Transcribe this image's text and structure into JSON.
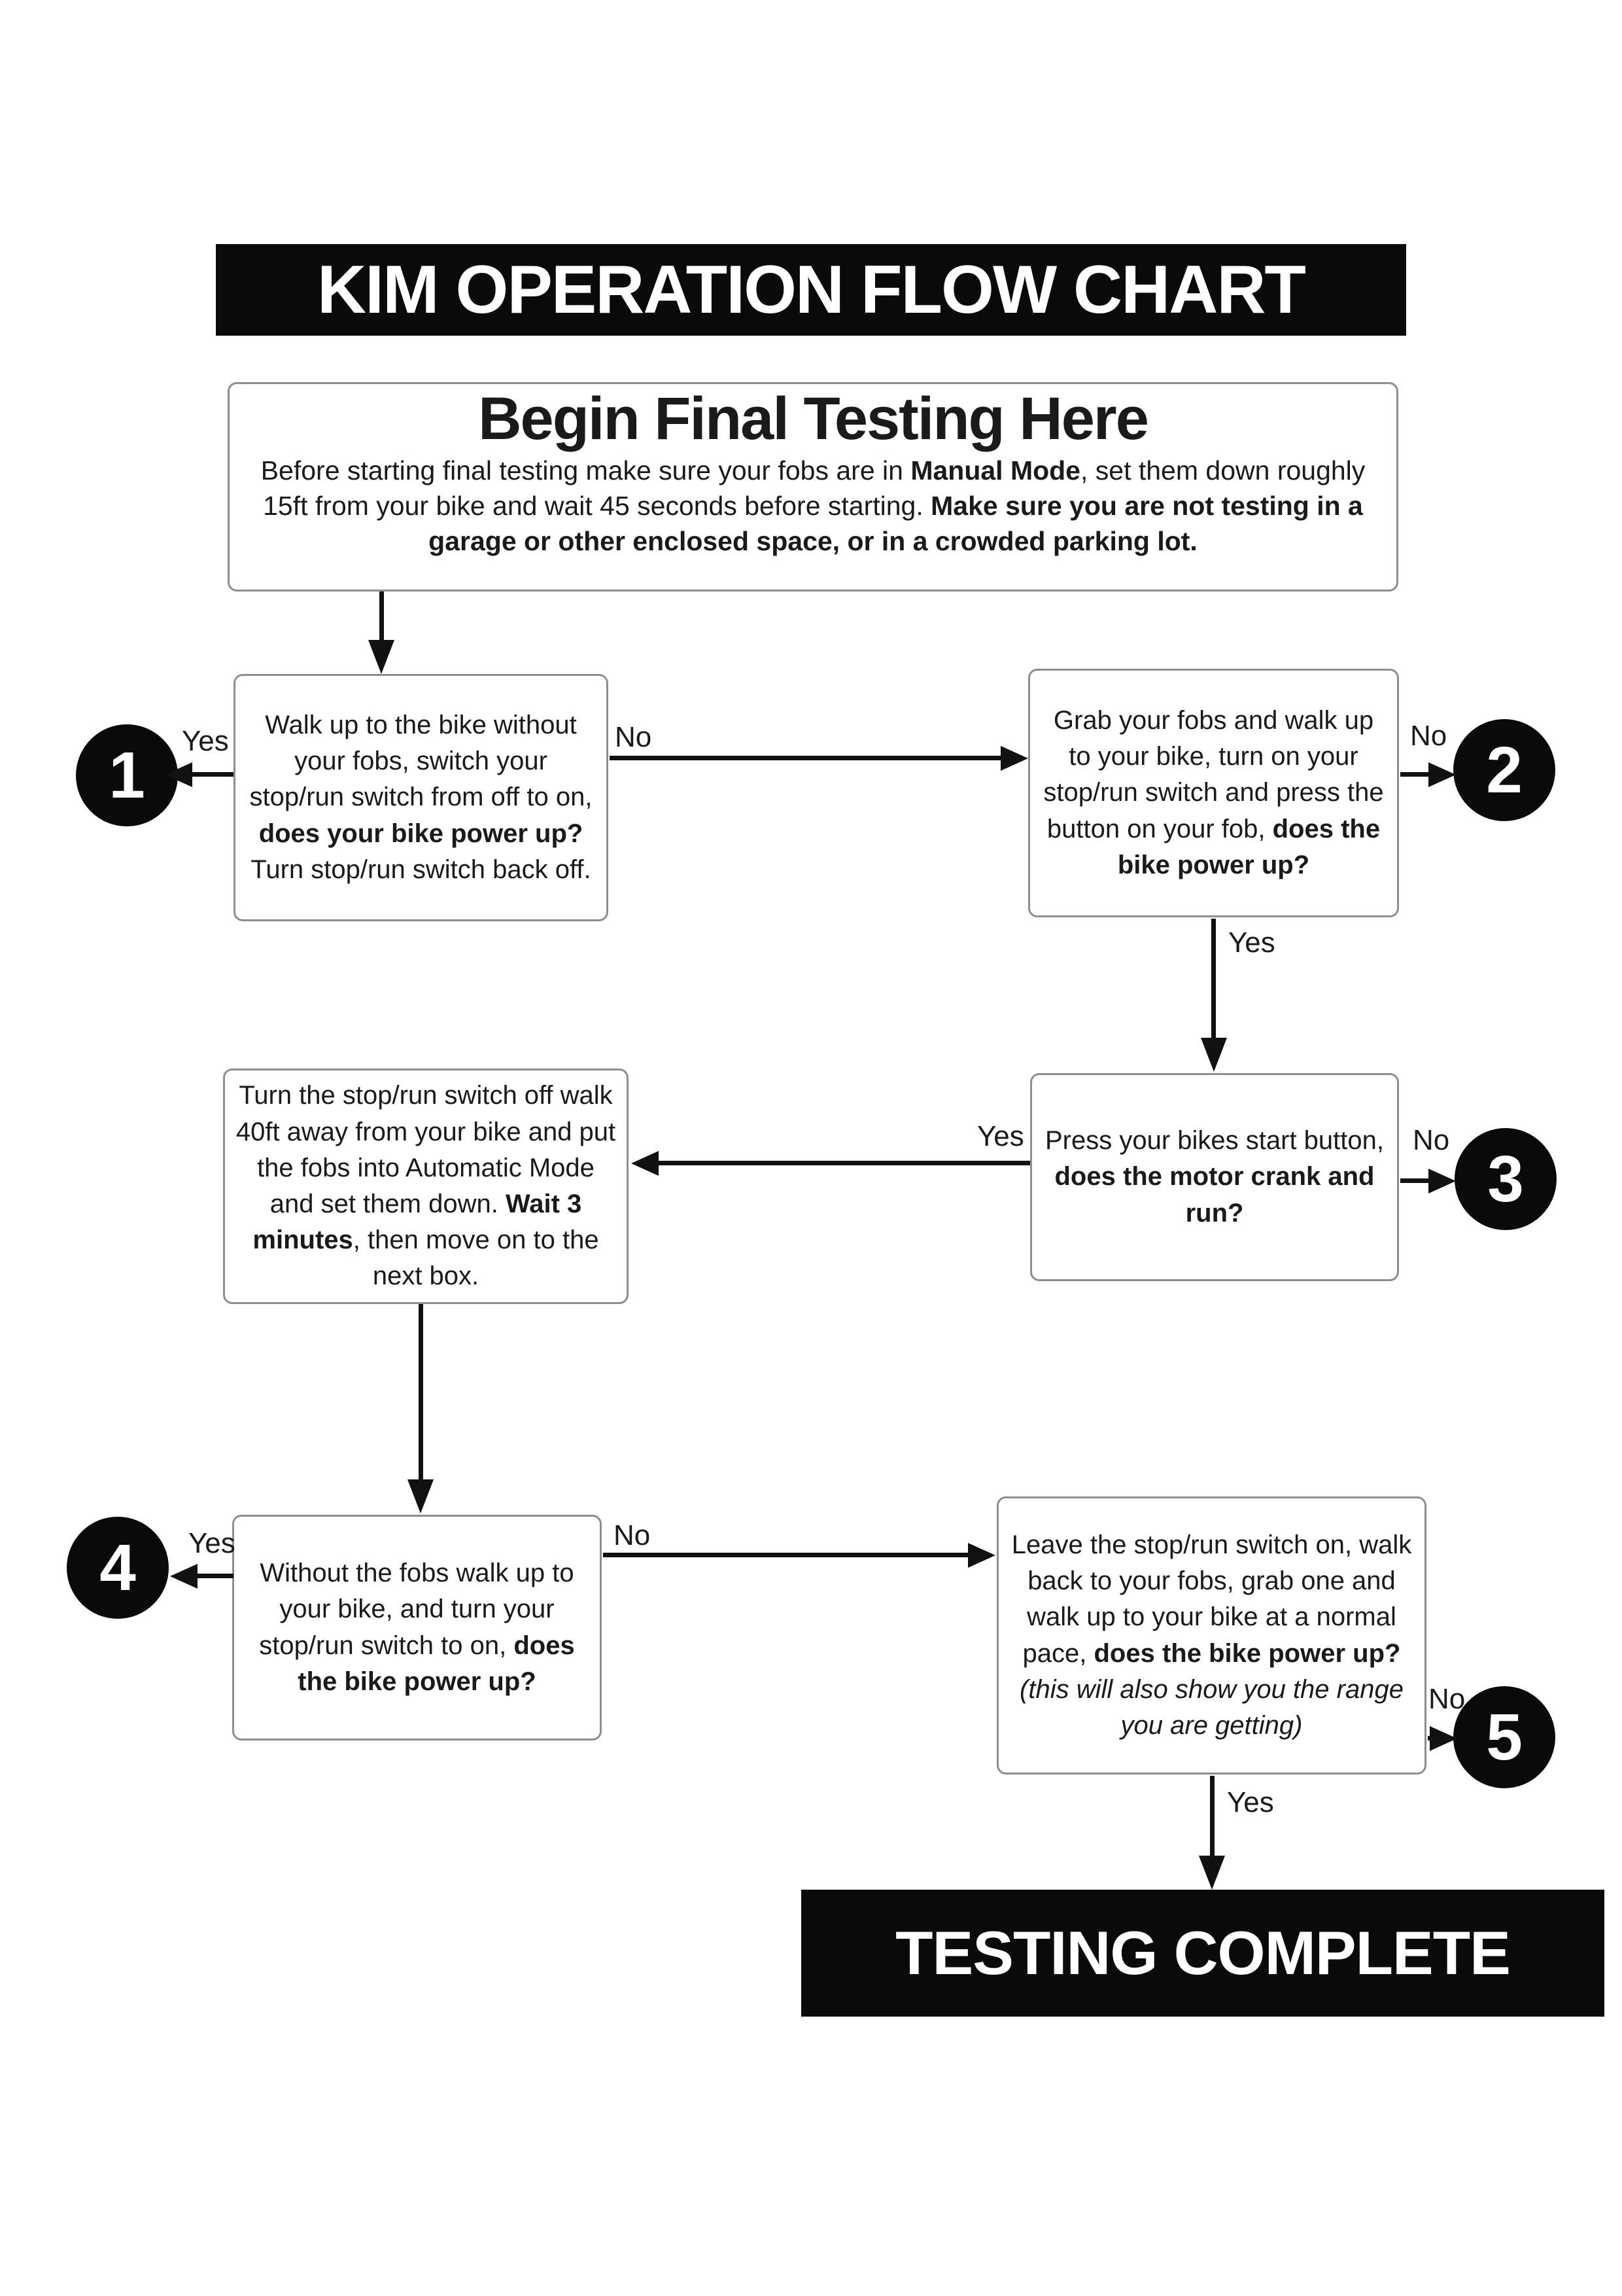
{
  "title_banner": {
    "text": "KIM OPERATION FLOW CHART"
  },
  "complete_banner": {
    "text": "TESTING COMPLETE"
  },
  "colors": {
    "ink": "#0a0a0a",
    "box_border": "#8e8e8e",
    "background": "#ffffff",
    "text": "#1a1a1a"
  },
  "start_box": {
    "heading": "Begin Final Testing Here",
    "body": [
      {
        "text": "Before starting final testing make sure your fobs are in "
      },
      {
        "text": "Manual Mode",
        "bold": true
      },
      {
        "text": ", set them down roughly 15ft from your bike and wait 45 seconds before starting. "
      },
      {
        "text": "Make sure you are not testing in a garage or other enclosed space, or in a crowded parking lot.",
        "bold": true
      }
    ]
  },
  "boxes": {
    "q1": {
      "segments": [
        {
          "text": "Walk up to the bike without your fobs, switch your stop/run switch from off to on, "
        },
        {
          "text": "does your bike power up?",
          "bold": true
        },
        {
          "text": " Turn stop/run switch back off."
        }
      ]
    },
    "q2": {
      "segments": [
        {
          "text": "Grab your fobs and walk up to your bike, turn on your stop/run switch and press the button on your fob, "
        },
        {
          "text": "does the bike power up?",
          "bold": true
        }
      ]
    },
    "q3": {
      "segments": [
        {
          "text": "Turn the stop/run switch off walk 40ft away from your bike and put the fobs into Automatic Mode and set them down. "
        },
        {
          "text": "Wait 3 minutes",
          "bold": true
        },
        {
          "text": ", then move on to the next box."
        }
      ]
    },
    "q4": {
      "segments": [
        {
          "text": "Press your bikes start button, "
        },
        {
          "text": "does the motor crank and run?",
          "bold": true
        }
      ]
    },
    "q5": {
      "segments": [
        {
          "text": "Without the fobs walk up to your bike, and turn your stop/run switch to on, "
        },
        {
          "text": "does the bike power up?",
          "bold": true
        }
      ]
    },
    "q6": {
      "segments": [
        {
          "text": "Leave the stop/run switch on, walk back to your fobs, grab one and walk up to your bike at a normal pace, "
        },
        {
          "text": "does the bike power up?",
          "bold": true
        },
        {
          "text": " "
        },
        {
          "text": "(this will also show you the range you are getting)",
          "italic": true
        }
      ]
    }
  },
  "badges": [
    {
      "number": "1"
    },
    {
      "number": "2"
    },
    {
      "number": "3"
    },
    {
      "number": "4"
    },
    {
      "number": "5"
    }
  ],
  "connections": [
    {
      "from": "start",
      "to": "q1",
      "label": ""
    },
    {
      "from": "q1",
      "to": "badge-1",
      "label": "Yes"
    },
    {
      "from": "q1",
      "to": "q2",
      "label": "No"
    },
    {
      "from": "q2",
      "to": "badge-2",
      "label": "No"
    },
    {
      "from": "q2",
      "to": "q4",
      "label": "Yes"
    },
    {
      "from": "q4",
      "to": "q3",
      "label": "Yes"
    },
    {
      "from": "q4",
      "to": "badge-3",
      "label": "No"
    },
    {
      "from": "q3",
      "to": "q5",
      "label": ""
    },
    {
      "from": "q5",
      "to": "badge-4",
      "label": "Yes"
    },
    {
      "from": "q5",
      "to": "q6",
      "label": "No"
    },
    {
      "from": "q6",
      "to": "badge-5",
      "label": "No"
    },
    {
      "from": "q6",
      "to": "complete",
      "label": "Yes"
    }
  ]
}
